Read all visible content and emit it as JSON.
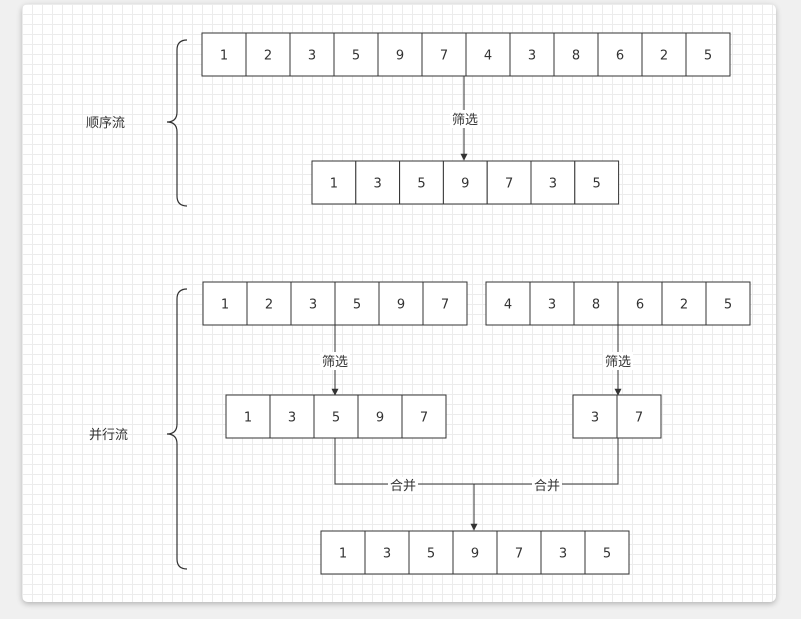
{
  "sequential": {
    "label": "顺序流",
    "source": [
      "1",
      "2",
      "3",
      "5",
      "9",
      "7",
      "4",
      "3",
      "8",
      "6",
      "2",
      "5"
    ],
    "filter_label": "筛选",
    "result": [
      "1",
      "3",
      "5",
      "9",
      "7",
      "3",
      "5"
    ]
  },
  "parallel": {
    "label": "并行流",
    "source_left": [
      "1",
      "2",
      "3",
      "5",
      "9",
      "7"
    ],
    "source_right": [
      "4",
      "3",
      "8",
      "6",
      "2",
      "5"
    ],
    "filter_label_left": "筛选",
    "filter_label_right": "筛选",
    "filtered_left": [
      "1",
      "3",
      "5",
      "9",
      "7"
    ],
    "filtered_right": [
      "3",
      "7"
    ],
    "merge_label_left": "合并",
    "merge_label_right": "合并",
    "result": [
      "1",
      "3",
      "5",
      "9",
      "7",
      "3",
      "5"
    ]
  },
  "colors": {
    "line": "#333333",
    "cell_fill": "#ffffff",
    "grid": "#ececec"
  }
}
